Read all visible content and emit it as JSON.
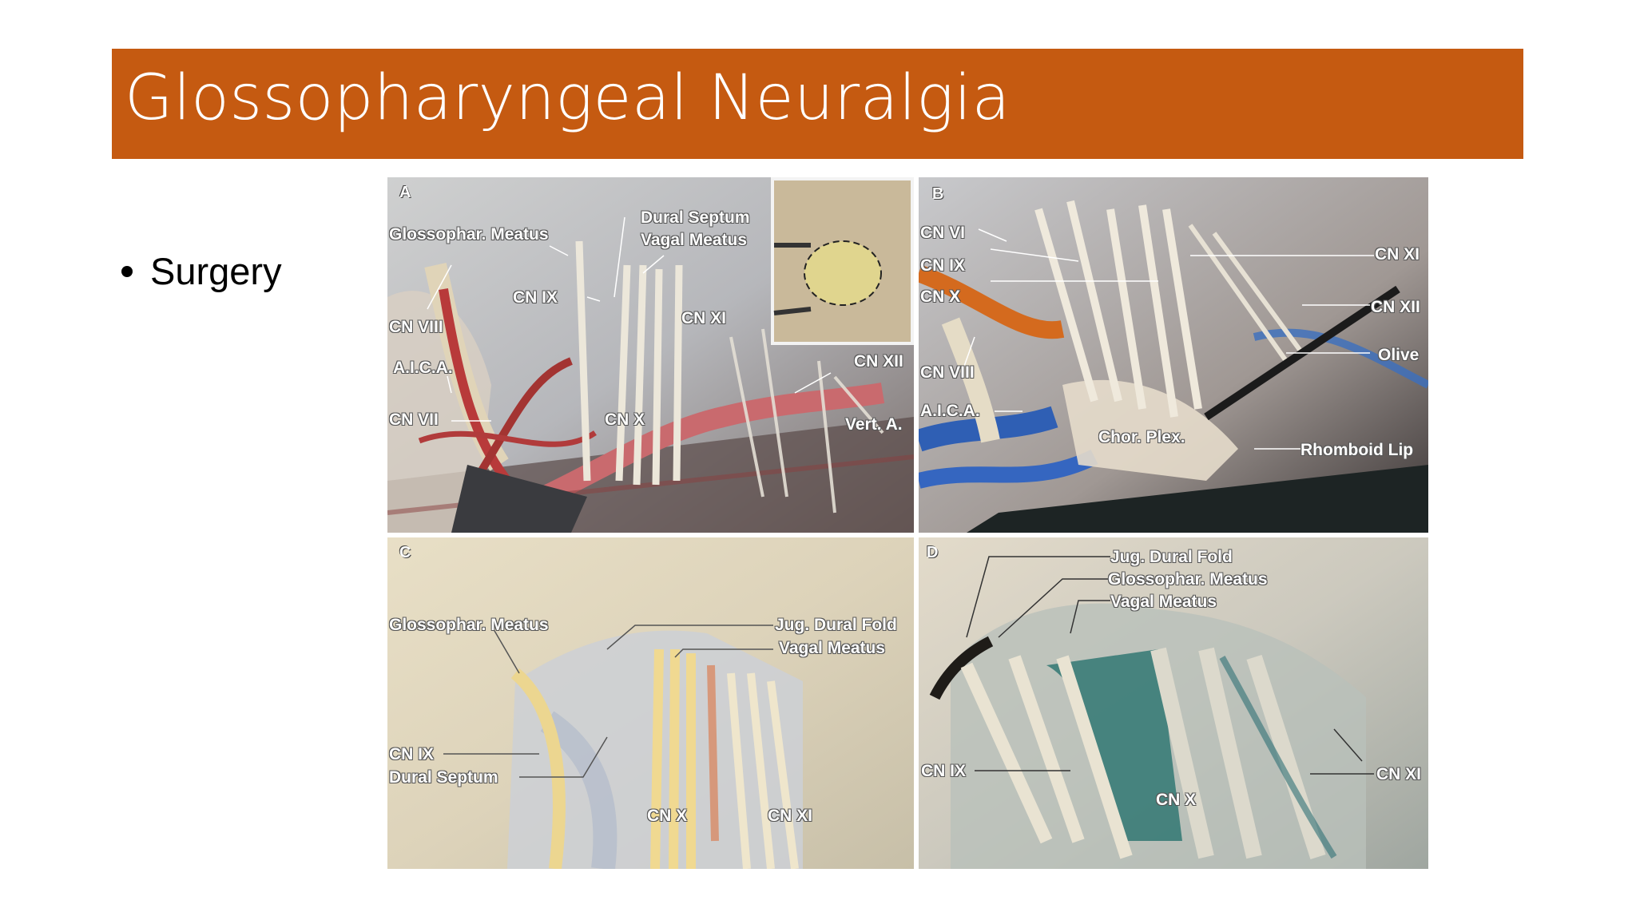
{
  "slide": {
    "title": "Glossopharyngeal Neuralgia",
    "bullet": "Surgery",
    "colors": {
      "title_bar": "#c55a11",
      "title_text": "#ffffff"
    }
  },
  "figure": {
    "panelA": {
      "letter": "A",
      "labels": {
        "glossophar_meatus": "Glossophar. Meatus",
        "dural_septum": "Dural Septum",
        "vagal_meatus": "Vagal Meatus",
        "cn_ix": "CN IX",
        "cn_viii": "CN VIII",
        "cn_xi": "CN XI",
        "aica": "A.I.C.A.",
        "cn_xii": "CN XII",
        "cn_vii": "CN VII",
        "cn_x": "CN X",
        "vert_a": "Vert. A."
      }
    },
    "panelB": {
      "letter": "B",
      "labels": {
        "cn_vi": "CN VI",
        "cn_ix": "CN IX",
        "cn_x": "CN X",
        "cn_xi": "CN XI",
        "cn_xii": "CN XII",
        "olive": "Olive",
        "cn_viii": "CN VIII",
        "aica": "A.I.C.A.",
        "chor_plex": "Chor. Plex.",
        "rhomboid_lip": "Rhomboid Lip"
      }
    },
    "panelC": {
      "letter": "C",
      "labels": {
        "glossophar_meatus": "Glossophar. Meatus",
        "jug_dural_fold": "Jug. Dural Fold",
        "vagal_meatus": "Vagal Meatus",
        "cn_ix": "CN IX",
        "dural_septum": "Dural Septum",
        "cn_x": "CN X",
        "cn_xi": "CN XI"
      }
    },
    "panelD": {
      "letter": "D",
      "labels": {
        "jug_dural_fold": "Jug. Dural Fold",
        "glossophar_meatus": "Glossophar. Meatus",
        "vagal_meatus": "Vagal Meatus",
        "cn_ix": "CN IX",
        "cn_x": "CN X",
        "cn_xi": "CN XI"
      }
    }
  }
}
